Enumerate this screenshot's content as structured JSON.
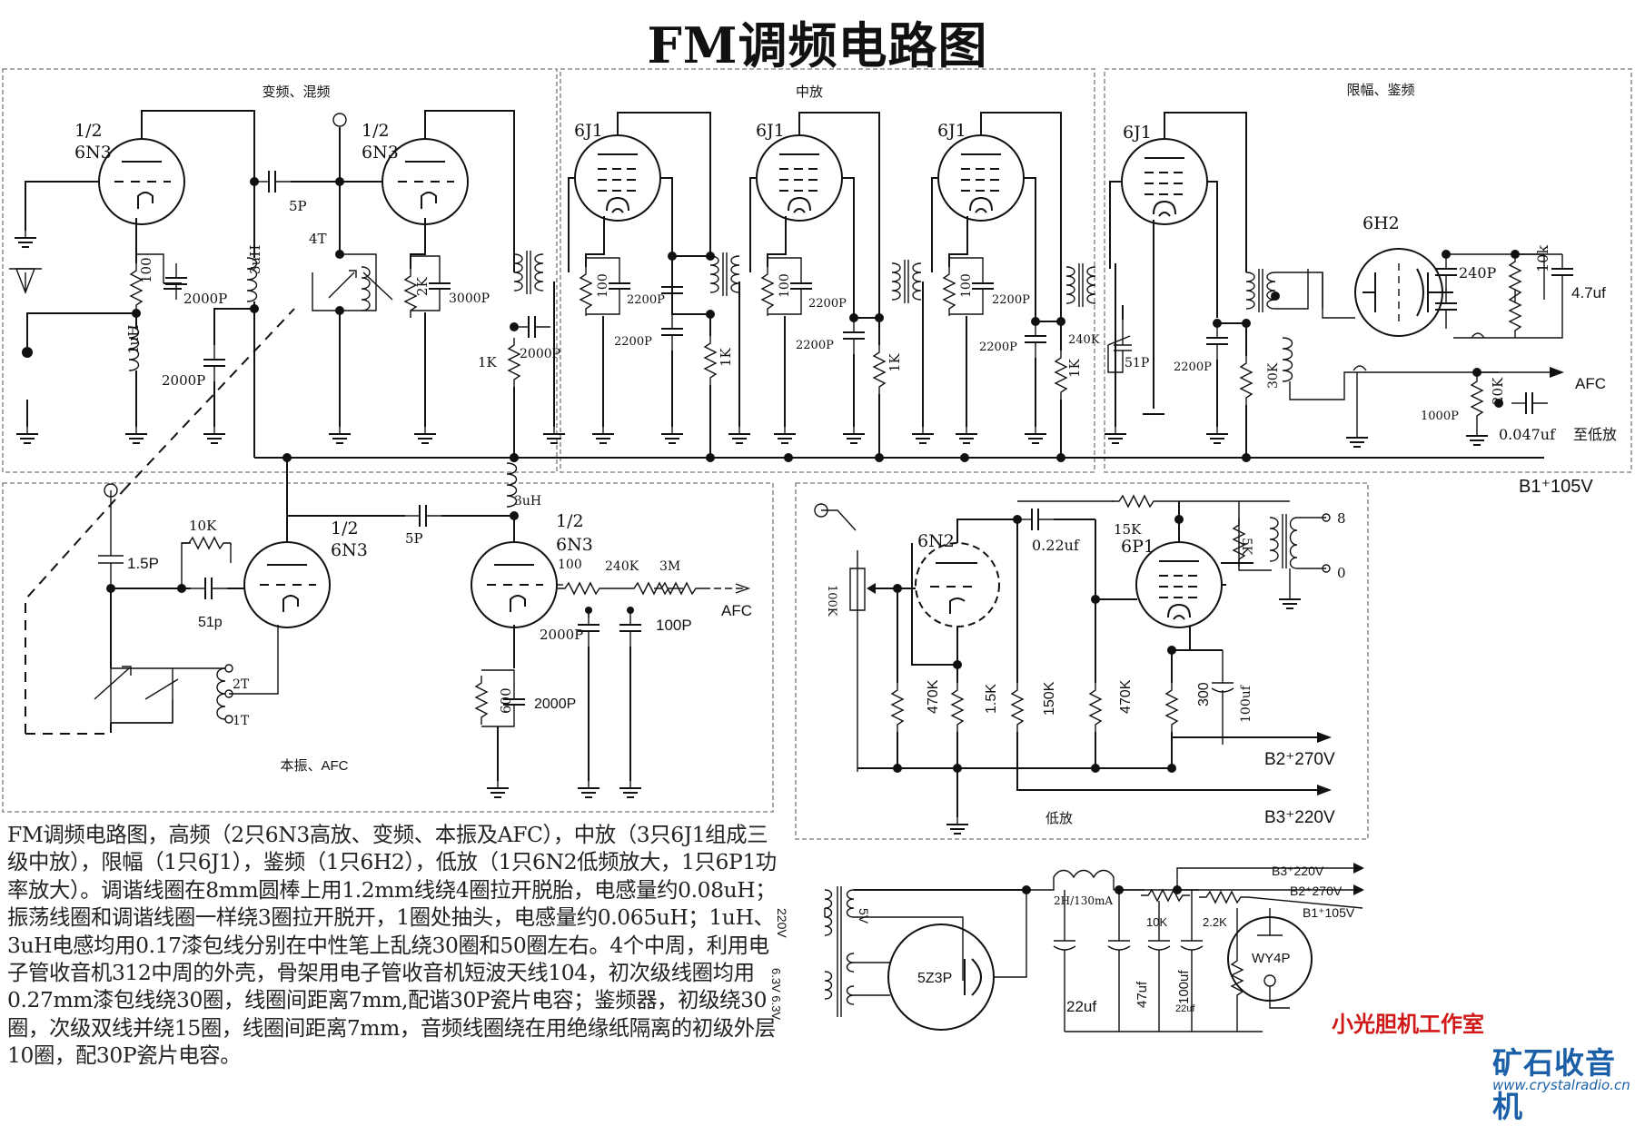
{
  "title": "FM调频电路图",
  "sections": {
    "mixer": "变频、混频",
    "if": "中放",
    "limiter": "限幅、鉴频",
    "osc": "本振、AFC",
    "audio": "低放"
  },
  "tubes": {
    "half": "1/2",
    "n3": "6N3",
    "j1": "6J1",
    "h2": "6H2",
    "n2": "6N2",
    "p1": "6P1",
    "z3p": "5Z3P",
    "wy4p": "WY4P"
  },
  "labels": {
    "c5p": "5P",
    "c2000p": "2000P",
    "c3000p": "3000P",
    "c2200p": "2200P",
    "c1000p": "1000P",
    "c240p": "240P",
    "c47uf": "4.7uf",
    "c51p": "51P",
    "c51p_lower": "51p",
    "c15p": "1.5P",
    "c100p": "100P",
    "c0047": "0.047uf",
    "c022": "0.22uf",
    "c100uf": "100uf",
    "c22uf": "22uf",
    "c47uf_ps": "47uf",
    "c100uf_ps": "100uf",
    "r100": "100",
    "r2k": "2K",
    "r1k": "1K",
    "r240k": "240K",
    "r30k": "30K",
    "r10k": "10k",
    "r20k": "20K",
    "r10k_osc": "10K",
    "r240k_afc": "240K",
    "r3m": "3M",
    "r600": "600",
    "r15k": "15K",
    "r5k": "5K",
    "r470k": "470K",
    "r15k_cath": "1.5K",
    "r150k": "150K",
    "r300": "300",
    "pot100k": "100K",
    "r10k_ps": "10K",
    "r22k_ps": "2.2K",
    "l3uh": "3uH",
    "l1uh": "1uH",
    "t4": "4T",
    "t2": "2T",
    "t1": "1T",
    "afc": "AFC",
    "to_amp": "至低放",
    "b1": "B1⁺105V",
    "b2": "B2⁺270V",
    "b3": "B3⁺220V",
    "b1s": "B1⁺105V",
    "b2s": "B2⁺270V",
    "b3s": "B3⁺220V",
    "spk8": "8",
    "spk0": "0",
    "choke": "2H/130mA",
    "v220": "220V",
    "v5": "5V",
    "v63": "6.3V 6.3V"
  },
  "description": "FM调频电路图，高频（2只6N3高放、变频、本振及AFC），中放（3只6J1组成三级中放），限幅（1只6J1），鉴频（1只6H2），低放（1只6N2低频放大，1只6P1功率放大）。调谐线圈在8mm圆棒上用1.2mm线绕4圈拉开脱胎，电感量约0.08uH；振荡线圈和调谐线圈一样绕3圈拉开脱开，1圈处抽头，电感量约0.065uH；1uH、3uH电感均用0.17漆包线分别在中性笔上乱绕30圈和50圈左右。4个中周，利用电子管收音机312中周的外壳，骨架用电子管收音机短波天线104，初次级线圈均用0.27mm漆包线绕30圈，线圈间距离7mm,配谐30P瓷片电容；鉴频器，初级绕30圈，次级双线并绕15圈，线圈间距离7mm，音频线圈绕在用绝缘纸隔离的初级外层10圈，配30P瓷片电容。",
  "branding": {
    "studio": "小光胆机工作室",
    "logo": "矿石收音机",
    "url": "www.crystalradio.cn"
  }
}
